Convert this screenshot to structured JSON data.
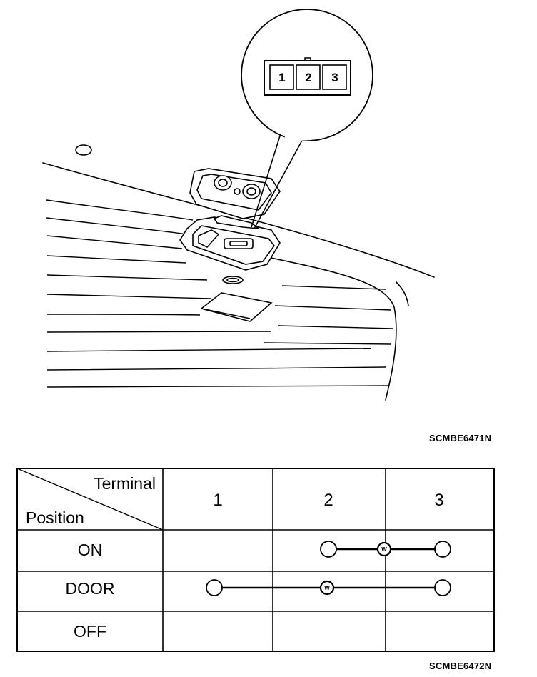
{
  "connector": {
    "pins": [
      "1",
      "2",
      "3"
    ]
  },
  "figure_codes": {
    "illustration": "SCMBE6471N",
    "table": "SCMBE6472N"
  },
  "table": {
    "corner_top": "Terminal",
    "corner_bottom": "Position",
    "terminals": [
      "1",
      "2",
      "3"
    ],
    "rows": [
      {
        "position": "ON",
        "connected": [
          "2",
          "3"
        ],
        "bulb_between": [
          "2",
          "3"
        ]
      },
      {
        "position": "DOOR",
        "connected": [
          "1",
          "3"
        ],
        "bulb_between": [
          "1",
          "3"
        ]
      },
      {
        "position": "OFF",
        "connected": [],
        "bulb_between": []
      }
    ],
    "bulb_symbol": "W"
  }
}
